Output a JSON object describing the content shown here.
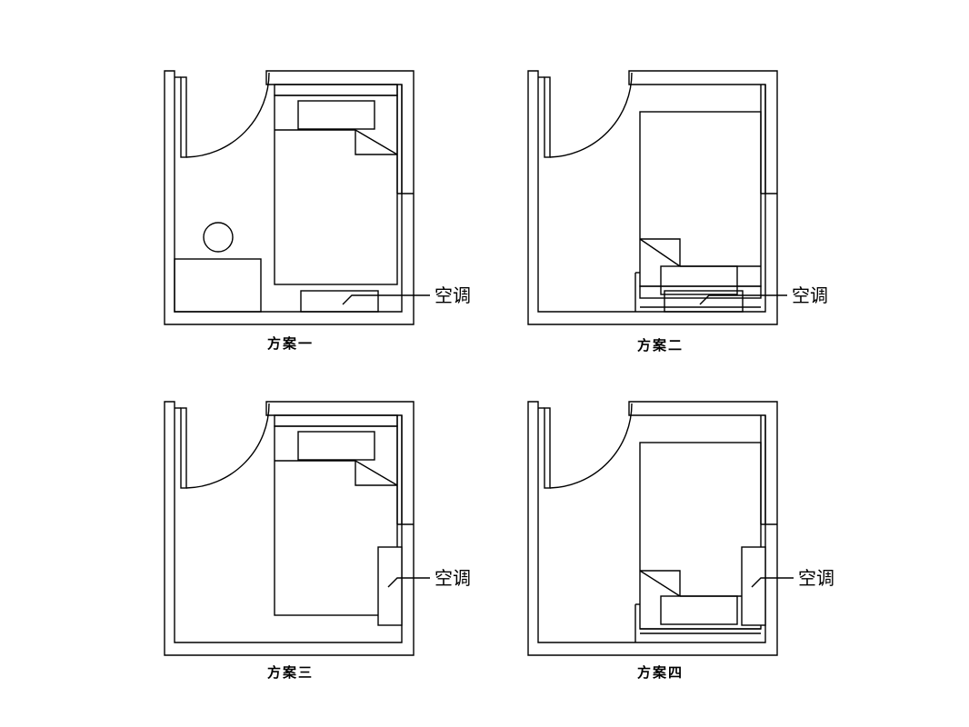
{
  "plans": [
    {
      "title": "方案一",
      "ac_label": "空调",
      "ac_position": "bottom"
    },
    {
      "title": "方案二",
      "ac_label": "空调",
      "ac_position": "bottom"
    },
    {
      "title": "方案三",
      "ac_label": "空调",
      "ac_position": "right"
    },
    {
      "title": "方案四",
      "ac_label": "空调",
      "ac_position": "right"
    }
  ]
}
